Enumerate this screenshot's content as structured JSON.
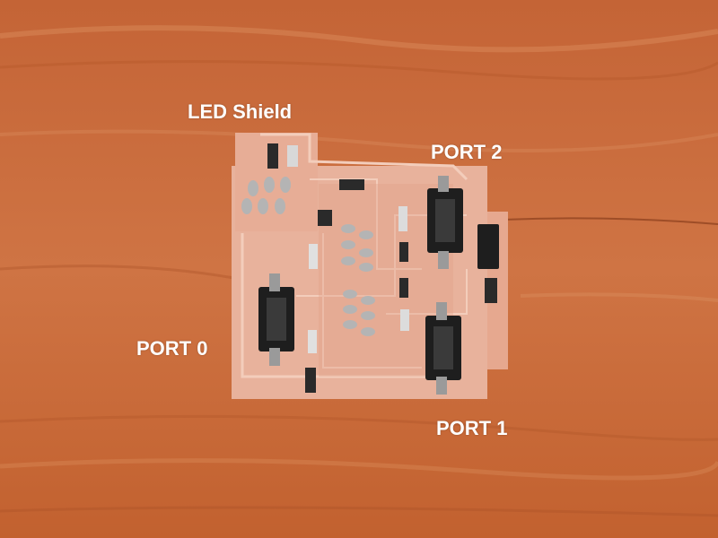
{
  "labels": {
    "led_shield": "LED Shield",
    "port_2": "PORT 2",
    "port_0": "PORT 0",
    "port_1": "PORT 1"
  },
  "colors": {
    "wood": "#c8693a",
    "pcb": "#e8b29c",
    "trace": "#f0c6b2",
    "connector": "#1e1e1e",
    "label_text": "#ffffff"
  }
}
